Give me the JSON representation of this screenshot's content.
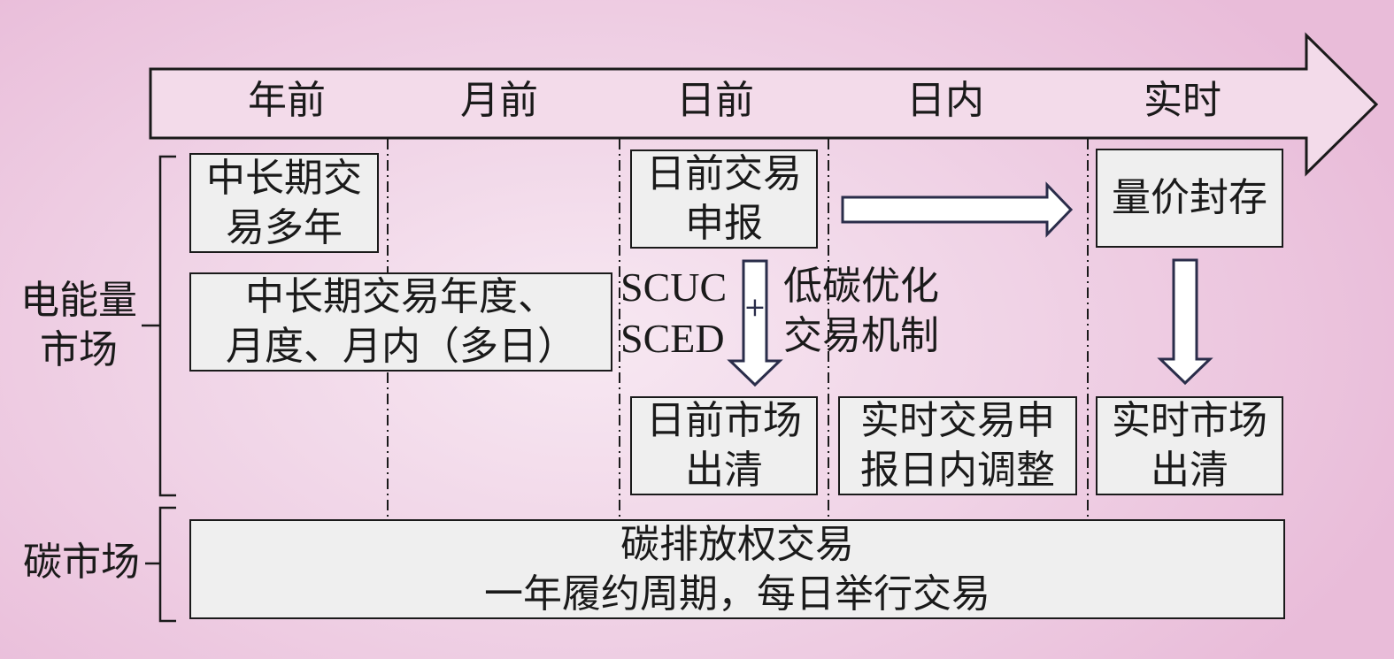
{
  "phases": [
    "年前",
    "月前",
    "日前",
    "日内",
    "实时"
  ],
  "row_labels": {
    "electricity": "电能量\n市场",
    "carbon": "碳市场"
  },
  "boxes": {
    "mid_long_multi_year": "中长期交\n易多年",
    "mid_long_annual_monthly": "中长期交易年度、\n月度、月内（多日）",
    "day_ahead_bid": "日前交易\n申报",
    "volume_price_seal": "量价封存",
    "day_ahead_clearing": "日前市场\n出清",
    "intraday_adjust": "实时交易申\n报日内调整",
    "realtime_clearing": "实时市场\n出清",
    "carbon_trading": "碳排放权交易\n一年履约周期，每日举行交易"
  },
  "annotations": {
    "scuc": "SCUC",
    "sced": "SCED",
    "plus": "+",
    "low_carbon": "低碳优化\n交易机制"
  },
  "colors": {
    "background": "#f0d3e6",
    "box_fill": "#efefef",
    "arrow_fill": "#ffffff",
    "arrow_stroke": "#2a2d4a",
    "line": "#1a1a1a"
  }
}
